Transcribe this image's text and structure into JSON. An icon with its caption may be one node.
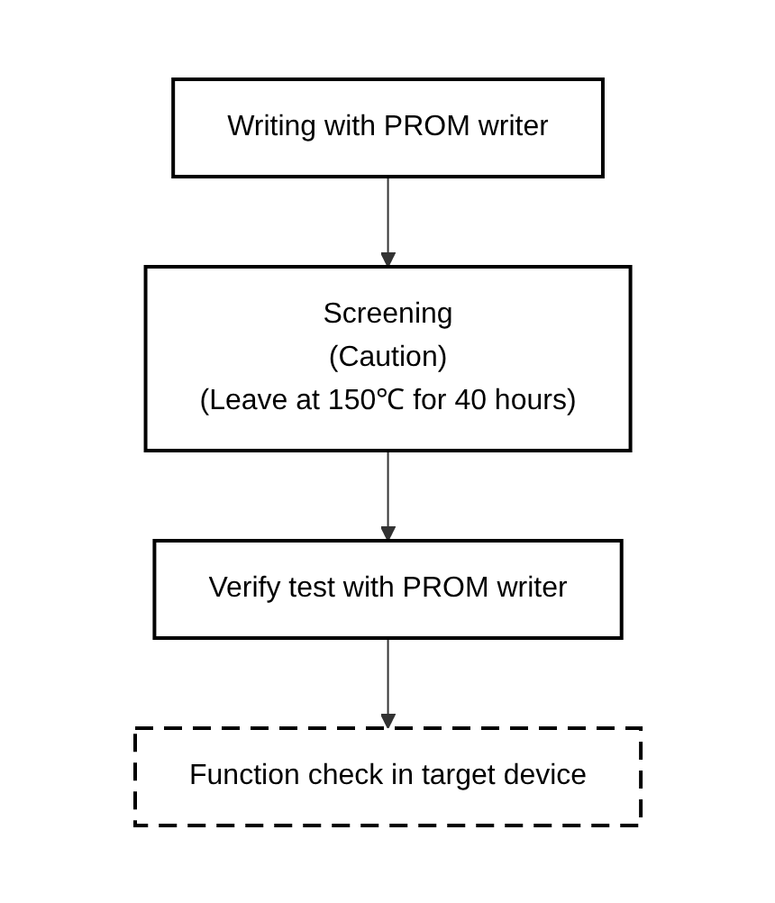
{
  "diagram": {
    "nodes": [
      {
        "text": [
          "Writing with PROM writer"
        ]
      },
      {
        "text": [
          "Screening",
          "(Caution)",
          "(Leave at 150℃ for 40 hours)"
        ]
      },
      {
        "text": [
          "Verify test with PROM writer"
        ]
      },
      {
        "text": [
          "Function check in target device"
        ]
      }
    ],
    "edges": [
      {
        "from": 0,
        "to": 1,
        "arrow": "to"
      },
      {
        "from": 1,
        "to": 2,
        "arrow": "to"
      },
      {
        "from": 2,
        "to": 3,
        "arrow": "to"
      }
    ]
  }
}
